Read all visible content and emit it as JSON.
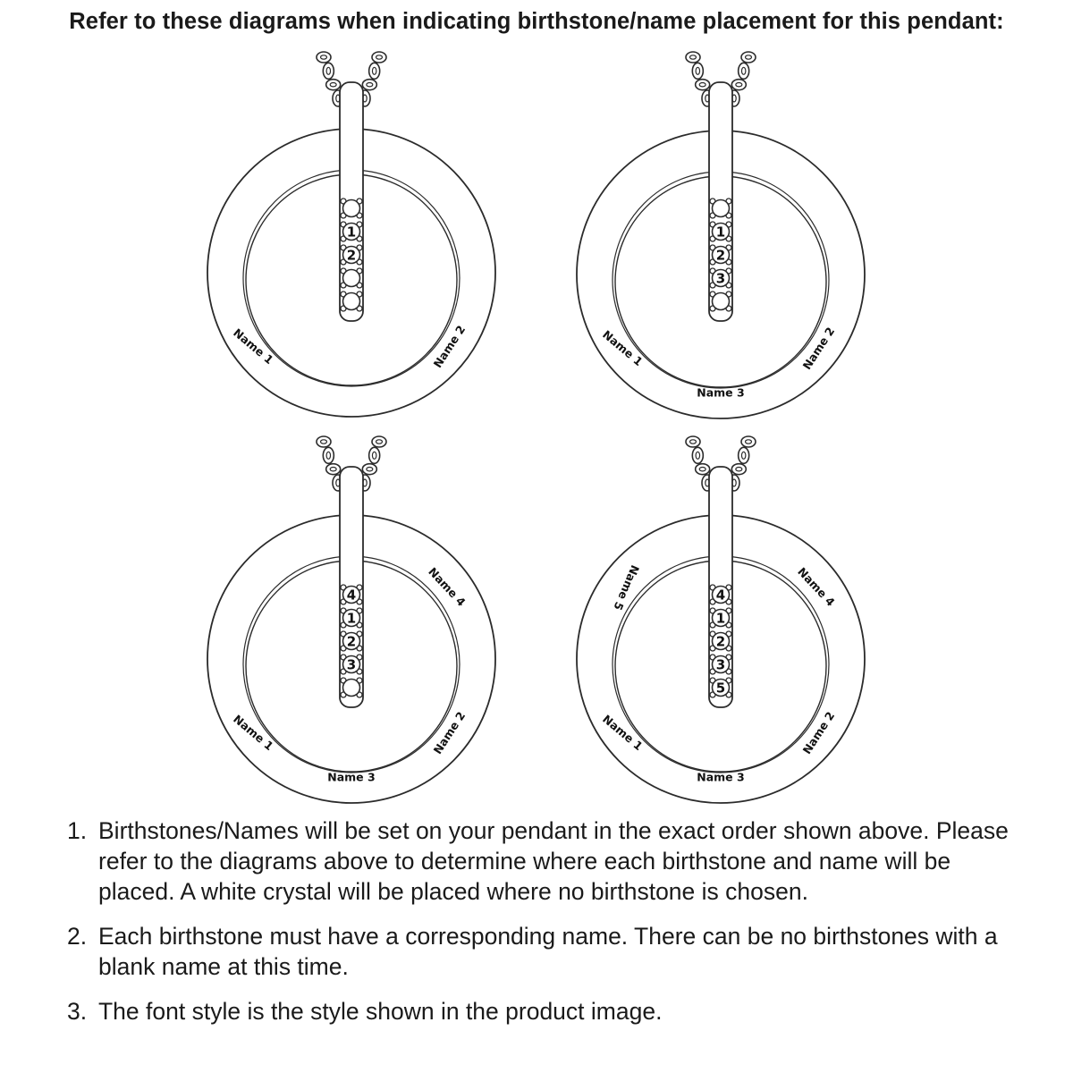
{
  "title": "Refer to these diagrams when indicating birthstone/name placement for this pendant:",
  "diagrams": [
    {
      "id": "two",
      "stones": [
        "",
        "1",
        "2",
        "",
        ""
      ],
      "labels": [
        {
          "key": "name1",
          "text": "Name 1"
        },
        {
          "key": "name2",
          "text": "Name 2"
        }
      ]
    },
    {
      "id": "three",
      "stones": [
        "",
        "1",
        "2",
        "3",
        ""
      ],
      "labels": [
        {
          "key": "name1",
          "text": "Name 1"
        },
        {
          "key": "name2",
          "text": "Name 2"
        },
        {
          "key": "name3",
          "text": "Name 3"
        }
      ]
    },
    {
      "id": "four",
      "stones": [
        "4",
        "1",
        "2",
        "3",
        ""
      ],
      "labels": [
        {
          "key": "name1",
          "text": "Name 1"
        },
        {
          "key": "name2",
          "text": "Name 2"
        },
        {
          "key": "name3",
          "text": "Name 3"
        },
        {
          "key": "name4",
          "text": "Name 4"
        }
      ]
    },
    {
      "id": "five",
      "stones": [
        "4",
        "1",
        "2",
        "3",
        "5"
      ],
      "labels": [
        {
          "key": "name1",
          "text": "Name 1"
        },
        {
          "key": "name2",
          "text": "Name 2"
        },
        {
          "key": "name3",
          "text": "Name 3"
        },
        {
          "key": "name4",
          "text": "Name 4"
        },
        {
          "key": "name5",
          "text": "Name 5"
        }
      ]
    }
  ],
  "notes": [
    {
      "number": "1.",
      "text": "Birthstones/Names will be set on your pendant in the exact order shown above. Please refer to the diagrams above to determine where each birthstone and name will be placed. A white crystal will be placed where no birthstone is chosen."
    },
    {
      "number": "2.",
      "text": "Each birthstone must have a corresponding name. There can be no birthstones with a blank name at this time."
    },
    {
      "number": "3.",
      "text": "The font style is the style shown in the product image."
    }
  ]
}
